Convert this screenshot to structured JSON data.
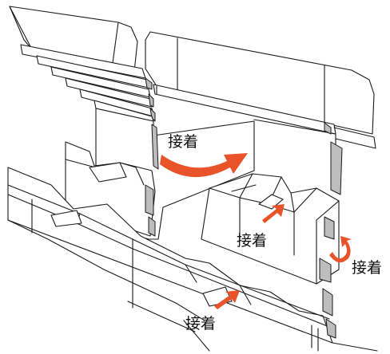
{
  "labels": {
    "glue_top": "接着",
    "glue_mid": "接着",
    "glue_right": "接着",
    "glue_bottom": "接着"
  },
  "colors": {
    "arrow": "#e8532a",
    "line": "#1a1a1a",
    "shade": "#bdbdbd",
    "background": "#ffffff"
  }
}
